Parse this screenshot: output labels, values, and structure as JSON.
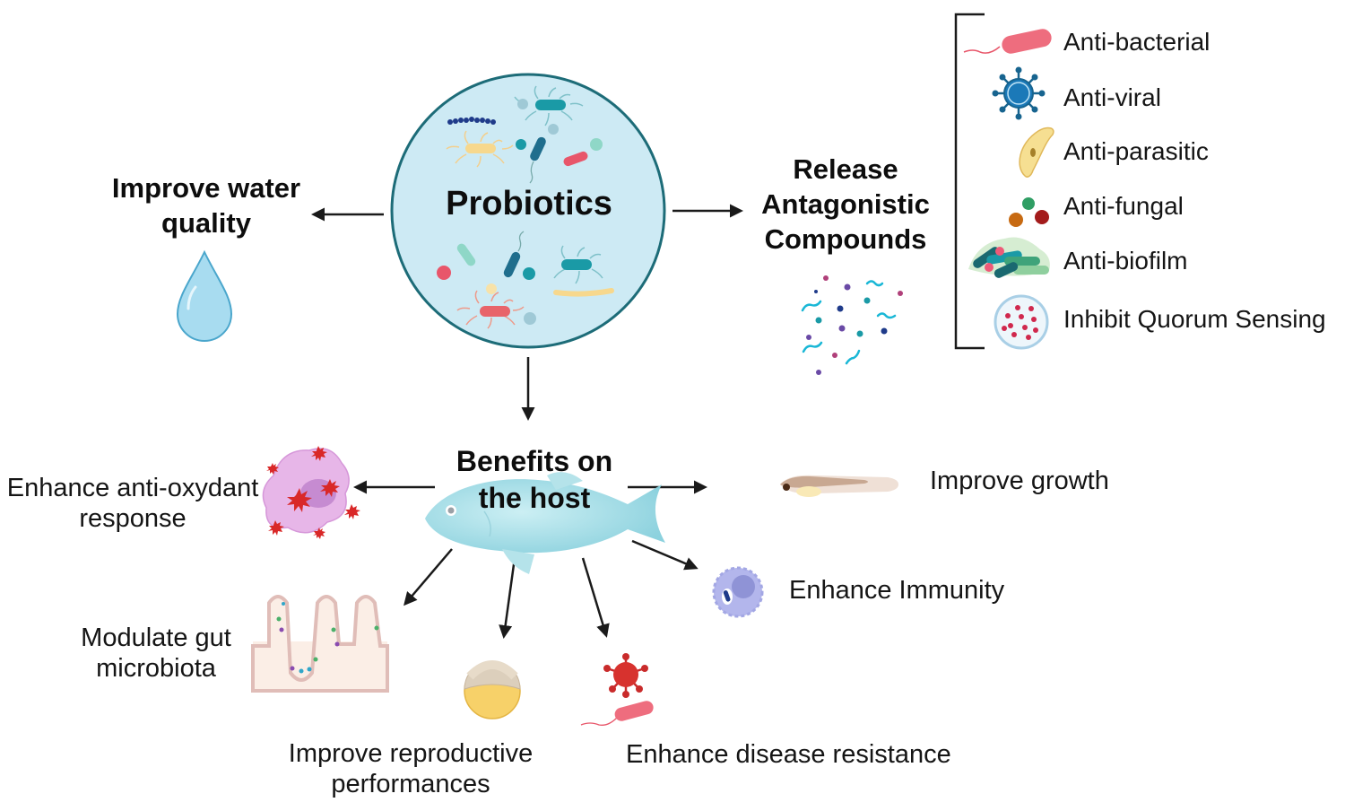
{
  "center": {
    "title": "Probiotics"
  },
  "left_branch": {
    "title_line1": "Improve water",
    "title_line2": "quality",
    "icon": "water-drop-icon"
  },
  "right_branch": {
    "title_line1": "Release",
    "title_line2": "Antagonistic",
    "title_line3": "Compounds",
    "icon": "compounds-icon",
    "list": [
      {
        "label": "Anti-bacterial",
        "icon": "bacterium-icon"
      },
      {
        "label": "Anti-viral",
        "icon": "virus-icon"
      },
      {
        "label": "Anti-parasitic",
        "icon": "parasite-icon"
      },
      {
        "label": "Anti-fungal",
        "icon": "fungal-spores-icon"
      },
      {
        "label": "Anti-biofilm",
        "icon": "biofilm-icon"
      },
      {
        "label": "Inhibit Quorum Sensing",
        "icon": "quorum-sensing-icon"
      }
    ]
  },
  "host": {
    "title_line1": "Benefits on",
    "title_line2": "the host",
    "icon": "fish-icon",
    "benefits": {
      "antioxidant_line1": "Enhance anti-oxydant",
      "antioxidant_line2": "response",
      "growth": "Improve growth",
      "immunity": "Enhance Immunity",
      "gut_line1": "Modulate gut",
      "gut_line2": "microbiota",
      "reproductive_line1": "Improve reproductive",
      "reproductive_line2": "performances",
      "disease": "Enhance disease resistance"
    }
  },
  "colors": {
    "circle_fill": "#cdeaf4",
    "circle_stroke": "#1d6c78",
    "arrow": "#1a1a1a",
    "water": "#a8dcf0",
    "bacteria_red": "#e8566a",
    "virus_blue": "#1b79b8",
    "virus_red": "#cc2b2b",
    "fish": "#a7dde6"
  }
}
